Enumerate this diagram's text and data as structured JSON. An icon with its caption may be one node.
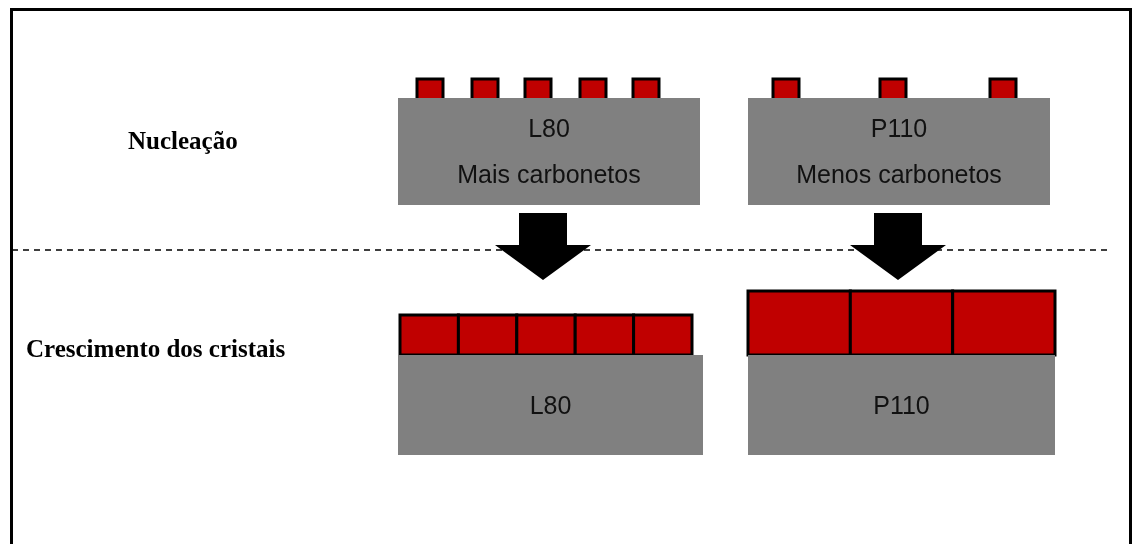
{
  "diagram": {
    "nodes": [
      {
        "text": [
          "L80",
          "Mais carbonetos"
        ]
      },
      {
        "text": [
          "P110",
          "Menos carbonetos"
        ]
      },
      {
        "text": [
          "L80"
        ]
      },
      {
        "text": [
          "P110"
        ]
      }
    ],
    "edges": [
      {
        "from": 0,
        "to": null,
        "arrow": "to",
        "style": "thick"
      },
      {
        "from": 1,
        "to": null,
        "arrow": "to",
        "style": "thick"
      }
    ],
    "labels": [
      "Nucleação",
      "Crescimento dos cristais"
    ]
  }
}
